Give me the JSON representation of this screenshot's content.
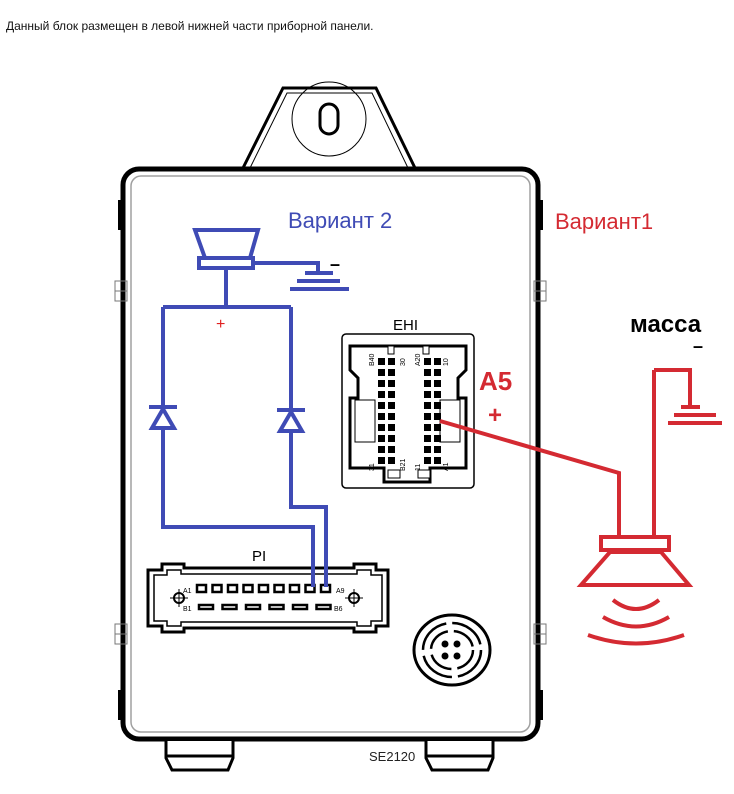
{
  "caption": "Данный блок размещен в левой нижней части приборной панели.",
  "colors": {
    "variant1": "#d42a32",
    "variant2": "#3f4bb5",
    "outline": "#000000",
    "plus_sign": "#e02020"
  },
  "variant2": {
    "title": "Вариант 2",
    "minus": "–",
    "plus": "+"
  },
  "variant1": {
    "title": "Вариант1",
    "ground_label": "масса",
    "minus": "–",
    "pin_label": "A5",
    "plus": "+"
  },
  "connectors": {
    "ehi": {
      "name": "EHI",
      "pin_labels": [
        "B40",
        "30",
        "A20",
        "10",
        "31",
        "B21",
        "11",
        "A1"
      ]
    },
    "pi": {
      "name": "PI",
      "pin_labels": [
        "A1",
        "A9",
        "B1",
        "B6"
      ]
    }
  },
  "device_code": "SE2120"
}
